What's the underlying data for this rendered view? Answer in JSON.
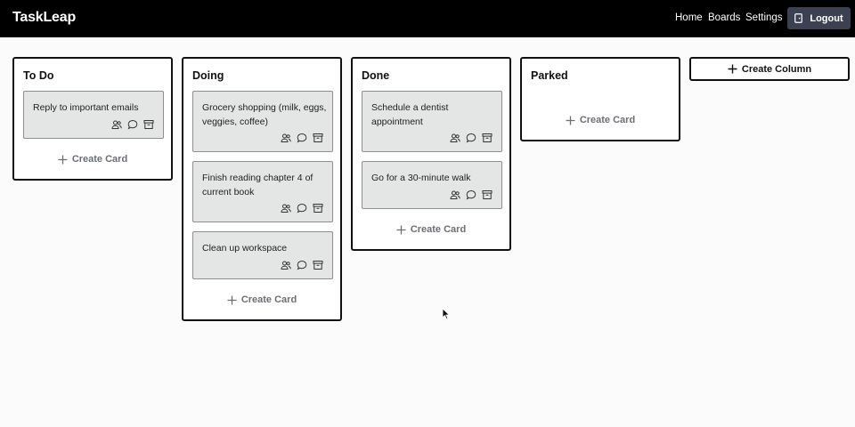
{
  "header": {
    "brand": "TaskLeap",
    "nav": [
      "Home",
      "Boards",
      "Settings"
    ],
    "logout_label": "Logout",
    "logout_icon": "door-exit-icon"
  },
  "board": {
    "create_column_label": "Create Column",
    "create_card_label": "Create Card",
    "columns": [
      {
        "title": "To Do",
        "cards": [
          "Reply to important emails"
        ]
      },
      {
        "title": "Doing",
        "cards": [
          "Grocery shopping (milk, eggs, veggies, coffee)",
          "Finish reading chapter 4 of current book",
          "Clean up workspace"
        ]
      },
      {
        "title": "Done",
        "cards": [
          "Schedule a dentist appointment",
          "Go for a 30-minute walk"
        ]
      },
      {
        "title": "Parked",
        "cards": []
      }
    ],
    "card_icons": [
      "users-icon",
      "comment-icon",
      "archive-icon"
    ]
  },
  "colors": {
    "topbar": "#000000",
    "logout_bg": "#3b4150",
    "card_bg": "#e4e5e5",
    "muted_text": "#6b6f74"
  }
}
